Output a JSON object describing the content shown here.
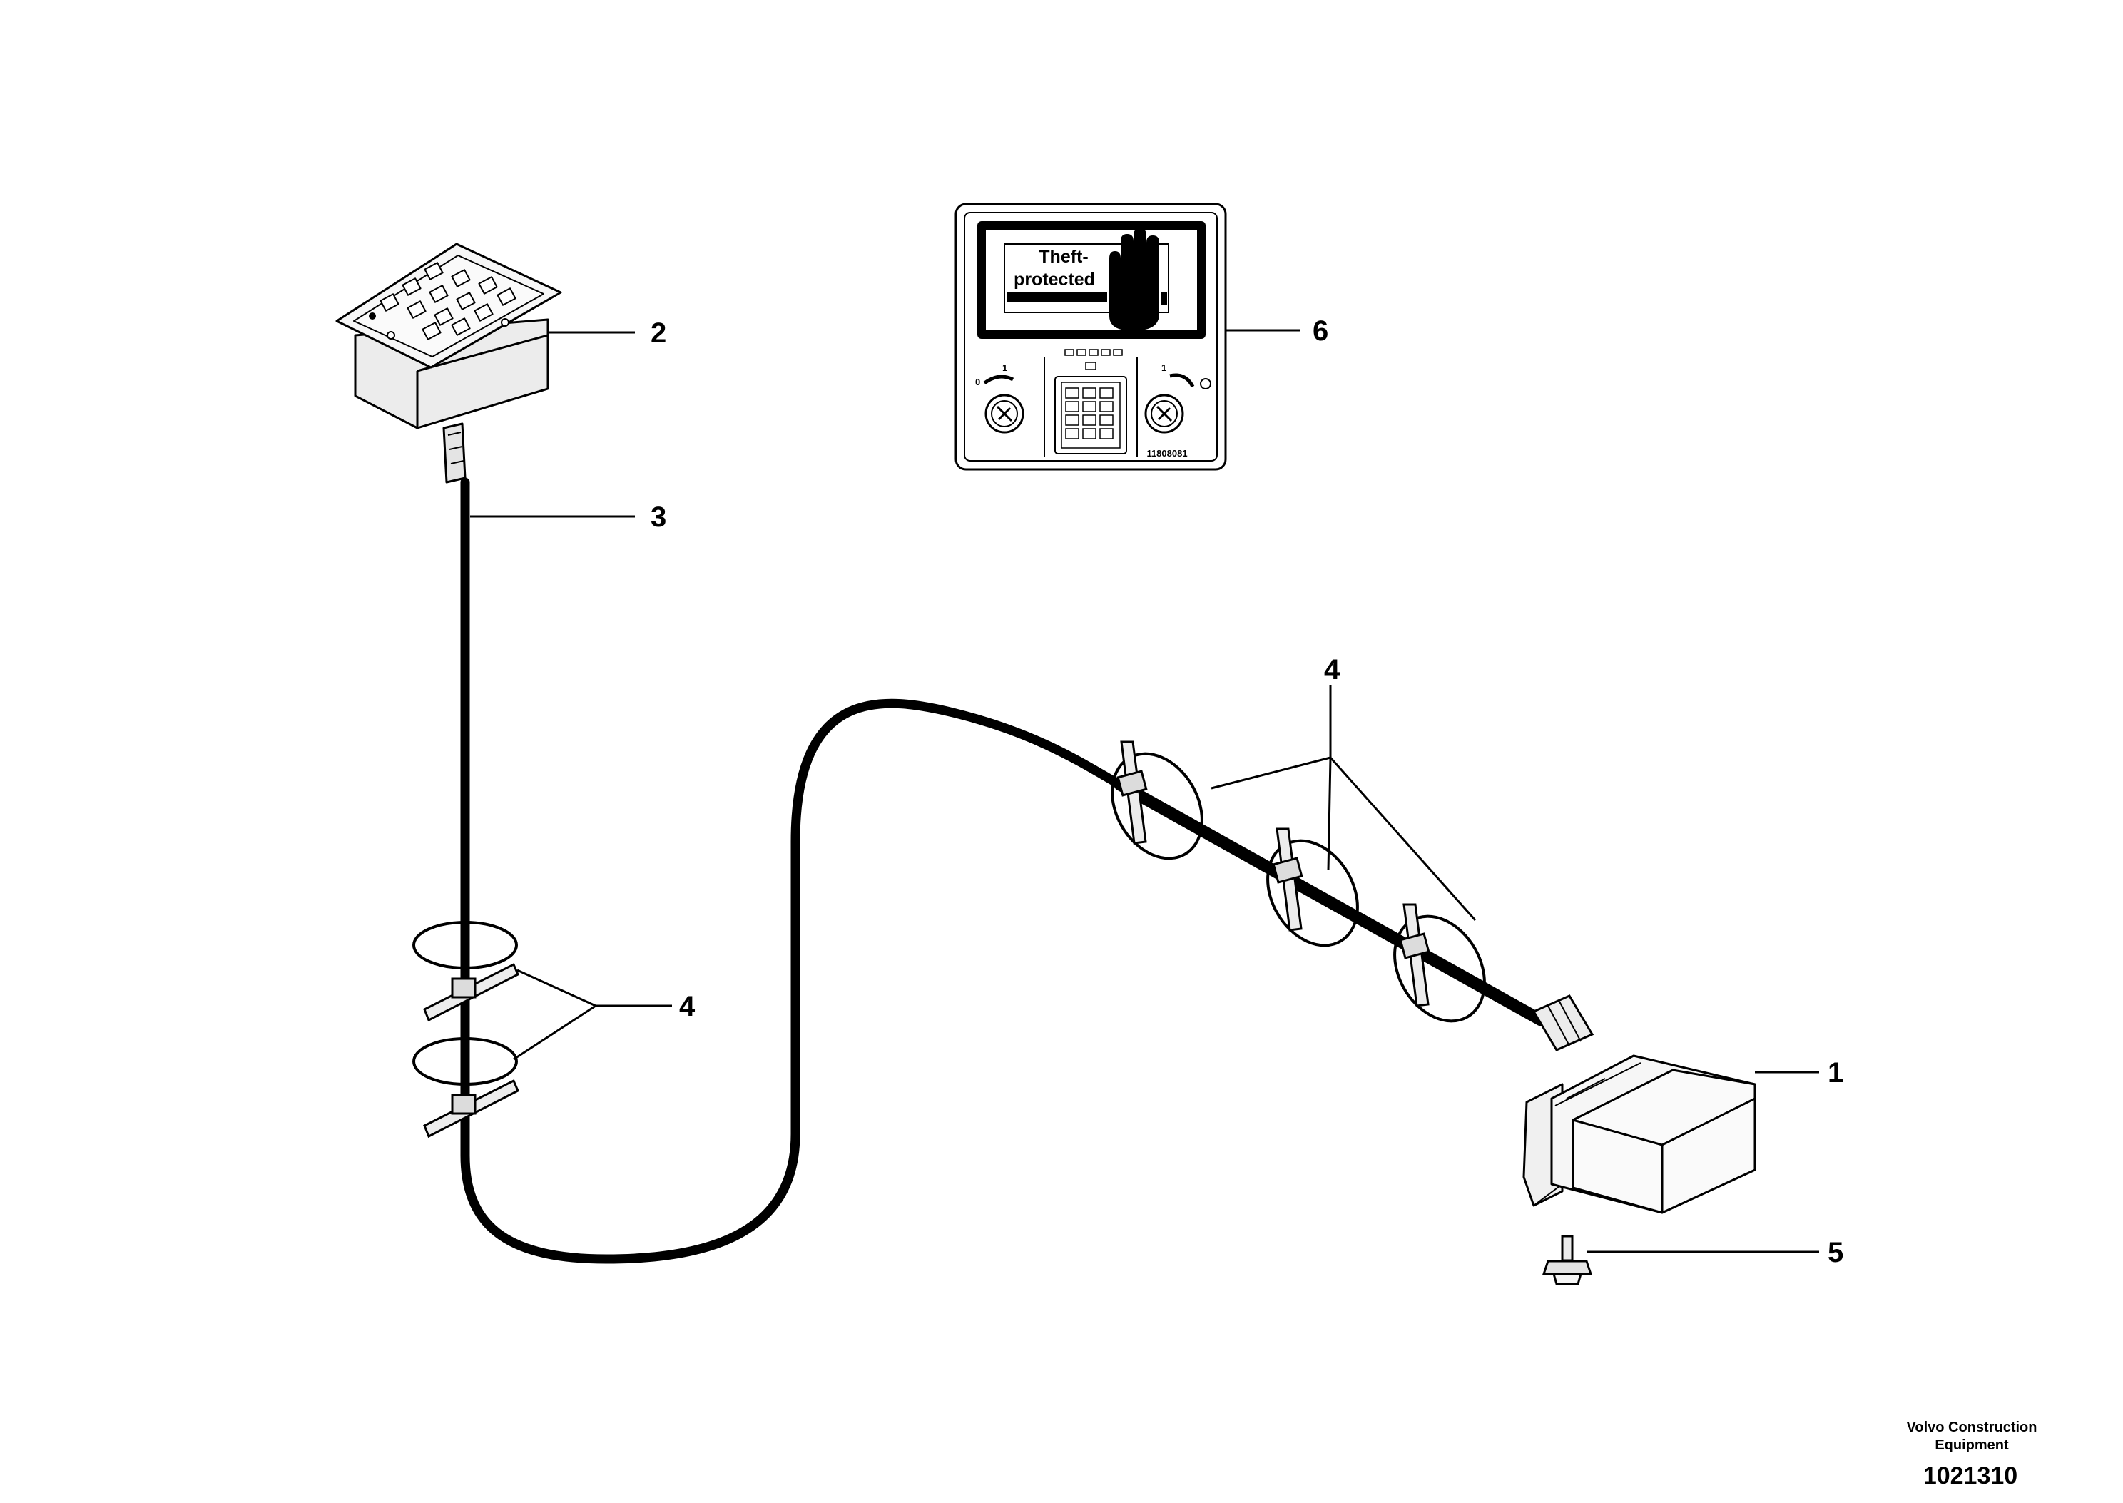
{
  "callouts": {
    "c1": "1",
    "c2": "2",
    "c3": "3",
    "c4_left": "4",
    "c4_top": "4",
    "c5": "5",
    "c6": "6"
  },
  "decal": {
    "title_line1": "Theft-",
    "title_line2": "protected",
    "part_code": "11808081",
    "left_key_pos0": "0",
    "left_key_pos1": "1",
    "right_key_pos1": "1"
  },
  "footer": {
    "brand_line1": "Volvo Construction",
    "brand_line2": "Equipment",
    "figure_number": "1021310"
  },
  "colors": {
    "line": "#000000",
    "fill_light": "#f0f0f0",
    "fill_mid": "#dcdcdc",
    "background": "#ffffff"
  }
}
